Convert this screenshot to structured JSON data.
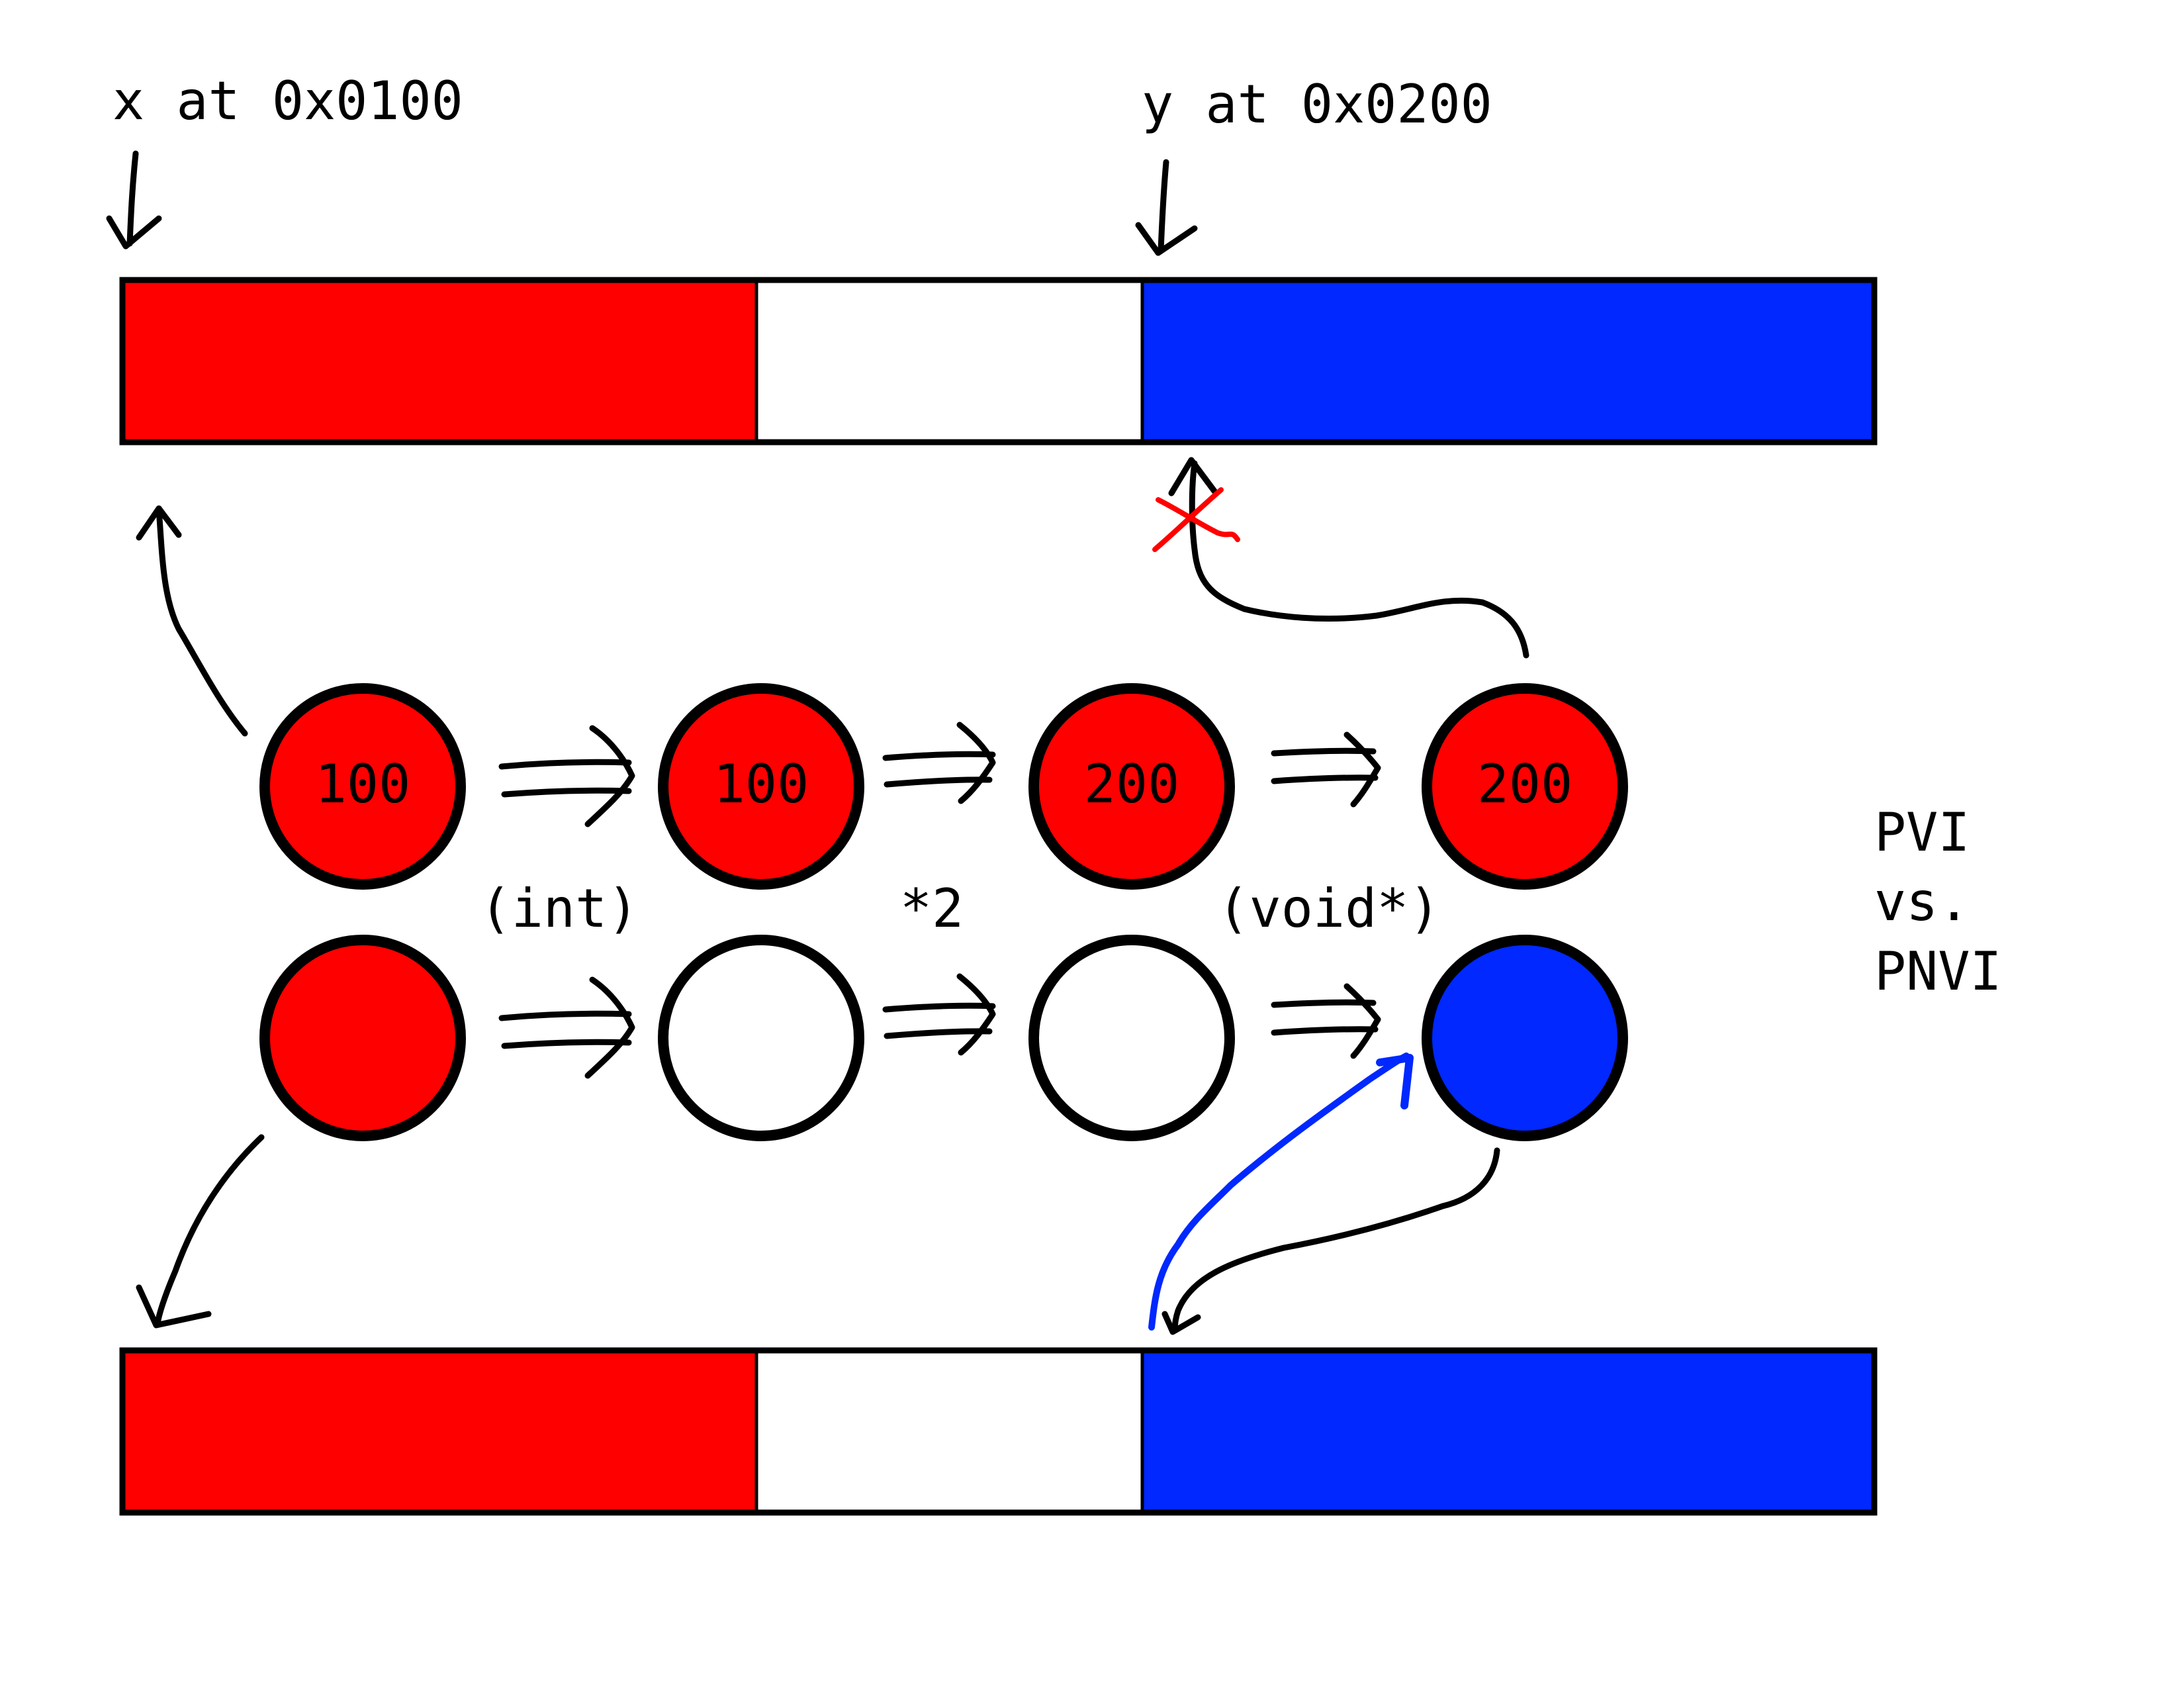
{
  "labels": {
    "x_address": "x at 0x0100",
    "y_address": "y at 0x0200",
    "op_int": "(int)",
    "op_mul": "*2",
    "op_void": "(void*)",
    "side_line1": "PVI",
    "side_line2": "vs.",
    "side_line3": "PNVI"
  },
  "pvi_row": {
    "values": [
      "100",
      "100",
      "200",
      "200"
    ]
  },
  "colors": {
    "red": "#ff0000",
    "blue": "#0028ff",
    "white": "#ffffff",
    "outline": "#000000",
    "provenance_arrow": "#0028ff",
    "invalid_mark": "#ff0000"
  }
}
